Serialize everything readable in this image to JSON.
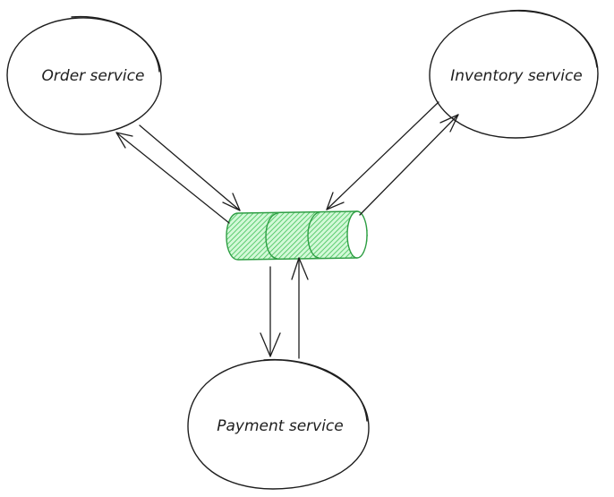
{
  "diagram": {
    "nodes": {
      "order": {
        "label": "Order service"
      },
      "inventory": {
        "label": "Inventory service"
      },
      "payment": {
        "label": "Payment service"
      }
    },
    "queue": {
      "icon": "message-queue-icon",
      "stroke_color": "#2f9e44",
      "fill_color": "#b2f2bb"
    },
    "edges": [
      {
        "from": "order",
        "to": "queue"
      },
      {
        "from": "queue",
        "to": "order"
      },
      {
        "from": "inventory",
        "to": "queue"
      },
      {
        "from": "queue",
        "to": "inventory"
      },
      {
        "from": "queue",
        "to": "payment"
      },
      {
        "from": "payment",
        "to": "queue"
      }
    ],
    "colors": {
      "stroke": "#1e1e1e",
      "background": "#ffffff"
    }
  }
}
